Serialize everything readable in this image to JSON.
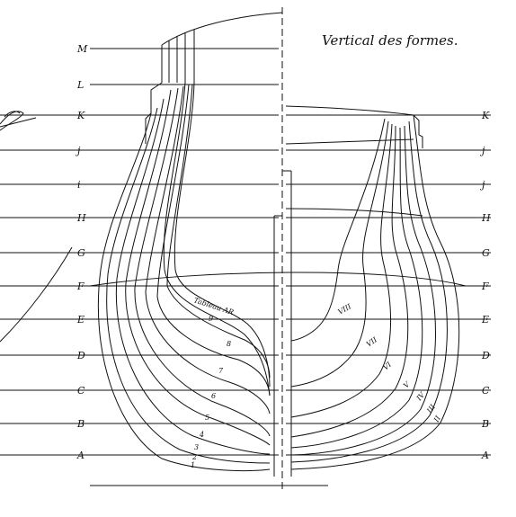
{
  "title": "Vertical des formes.",
  "left_labels": [
    "M",
    "L",
    "K",
    "j",
    "i",
    "H",
    "G",
    "F",
    "E",
    "D",
    "C",
    "B",
    "A"
  ],
  "right_labels": [
    "K",
    "j",
    "j",
    "H",
    "G",
    "F",
    "E",
    "D",
    "C",
    "B",
    "A"
  ],
  "aft_station_labels": [
    "Tableau AR",
    "9",
    "8",
    "7",
    "6",
    "5",
    "4",
    "3",
    "2",
    "1"
  ],
  "fore_station_labels": [
    "VIII",
    "VII",
    "VI",
    "V",
    "IV",
    "III",
    "II"
  ]
}
